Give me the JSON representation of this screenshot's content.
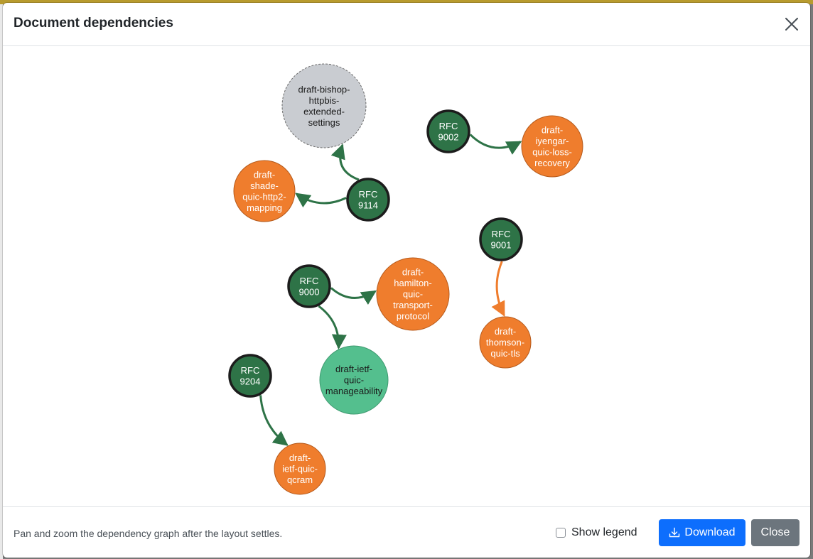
{
  "modal": {
    "title": "Document dependencies",
    "close_icon": "close-icon"
  },
  "graph": {
    "colors": {
      "rfc_fill": "#2e7347",
      "rfc_stroke": "#1c1c1c",
      "draft_fill": "#ef7d2d",
      "draft_stroke": "#b55a1c",
      "related_fill": "#54bf8e",
      "expired_fill": "#c9ccd1",
      "expired_stroke": "#6c6c6c",
      "edge_normal": "#2e7347",
      "edge_refinfo": "#ef7d2d"
    },
    "nodes": [
      {
        "id": "bishop",
        "lines": [
          "draft-bishop-",
          "httpbis-",
          "extended-",
          "settings"
        ],
        "kind": "expired"
      },
      {
        "id": "rfc9002",
        "lines": [
          "RFC",
          "9002"
        ],
        "kind": "rfc"
      },
      {
        "id": "iyengar",
        "lines": [
          "draft-",
          "iyengar-",
          "quic-loss-",
          "recovery"
        ],
        "kind": "draft"
      },
      {
        "id": "shade",
        "lines": [
          "draft-",
          "shade-",
          "quic-http2-",
          "mapping"
        ],
        "kind": "draft"
      },
      {
        "id": "rfc9114",
        "lines": [
          "RFC",
          "9114"
        ],
        "kind": "rfc"
      },
      {
        "id": "rfc9001",
        "lines": [
          "RFC",
          "9001"
        ],
        "kind": "rfc"
      },
      {
        "id": "rfc9000",
        "lines": [
          "RFC",
          "9000"
        ],
        "kind": "rfc"
      },
      {
        "id": "hamilton",
        "lines": [
          "draft-",
          "hamilton-",
          "quic-",
          "transport-",
          "protocol"
        ],
        "kind": "draft"
      },
      {
        "id": "thomson",
        "lines": [
          "draft-",
          "thomson-",
          "quic-tls"
        ],
        "kind": "draft"
      },
      {
        "id": "manageability",
        "lines": [
          "draft-ietf-",
          "quic-",
          "manageability"
        ],
        "kind": "related"
      },
      {
        "id": "rfc9204",
        "lines": [
          "RFC",
          "9204"
        ],
        "kind": "rfc"
      },
      {
        "id": "qcram",
        "lines": [
          "draft-",
          "ietf-quic-",
          "qcram"
        ],
        "kind": "draft"
      }
    ],
    "edges": [
      {
        "from": "rfc9114",
        "to": "bishop",
        "kind": "normal"
      },
      {
        "from": "rfc9114",
        "to": "shade",
        "kind": "normal"
      },
      {
        "from": "rfc9002",
        "to": "iyengar",
        "kind": "normal"
      },
      {
        "from": "rfc9001",
        "to": "thomson",
        "kind": "refinfo"
      },
      {
        "from": "rfc9000",
        "to": "hamilton",
        "kind": "normal"
      },
      {
        "from": "rfc9000",
        "to": "manageability",
        "kind": "normal"
      },
      {
        "from": "rfc9204",
        "to": "qcram",
        "kind": "normal"
      }
    ]
  },
  "footer": {
    "help_text": "Pan and zoom the dependency graph after the layout settles.",
    "legend_label": "Show legend",
    "legend_checked": false,
    "download_label": "Download",
    "download_icon": "download-icon",
    "close_label": "Close"
  }
}
